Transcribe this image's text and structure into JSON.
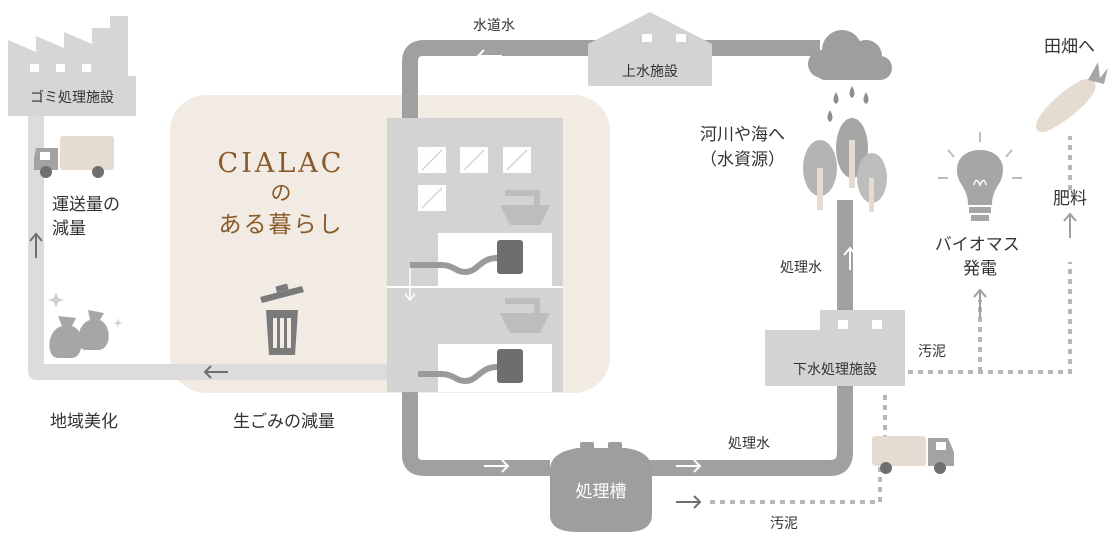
{
  "labels": {
    "garbage_facility": "ゴミ処理施設",
    "transport_reduction_line1": "運送量の",
    "transport_reduction_line2": "減量",
    "beautification": "地域美化",
    "garbage_reduction": "生ごみの減量",
    "tap_water": "水道水",
    "water_plant": "上水施設",
    "rivers_line1": "河川や海へ",
    "rivers_line2": "（水資源）",
    "treated_water_upper": "処理水",
    "treated_water_lower": "処理水",
    "treatment_tank": "処理槽",
    "sludge_tank": "汚泥",
    "sludge_sewage": "汚泥",
    "sewage_plant": "下水処理施設",
    "biomass_line1": "バイオマス",
    "biomass_line2": "発電",
    "fertilizer": "肥料",
    "to_fields": "田畑へ"
  },
  "brand": {
    "line1": "CIALAC",
    "line2": "の",
    "line3": "ある暮らし"
  },
  "colors": {
    "pipe_dark": "#9e9e9e",
    "pipe_light": "#dcdcdc",
    "panel_beige": "#f1ebe4",
    "building": "#d2d2d2",
    "brand_brown": "#8a5a2b",
    "dotted": "#b8b8b8"
  },
  "icons": [
    "factory-icon",
    "truck-icon",
    "garbage-bags-icon",
    "trash-can-icon",
    "water-plant-icon",
    "cloud-icon",
    "rain-icon",
    "trees-icon",
    "sewage-plant-icon",
    "treatment-tank-icon",
    "light-bulb-icon",
    "carrot-icon",
    "disposer-icon"
  ]
}
